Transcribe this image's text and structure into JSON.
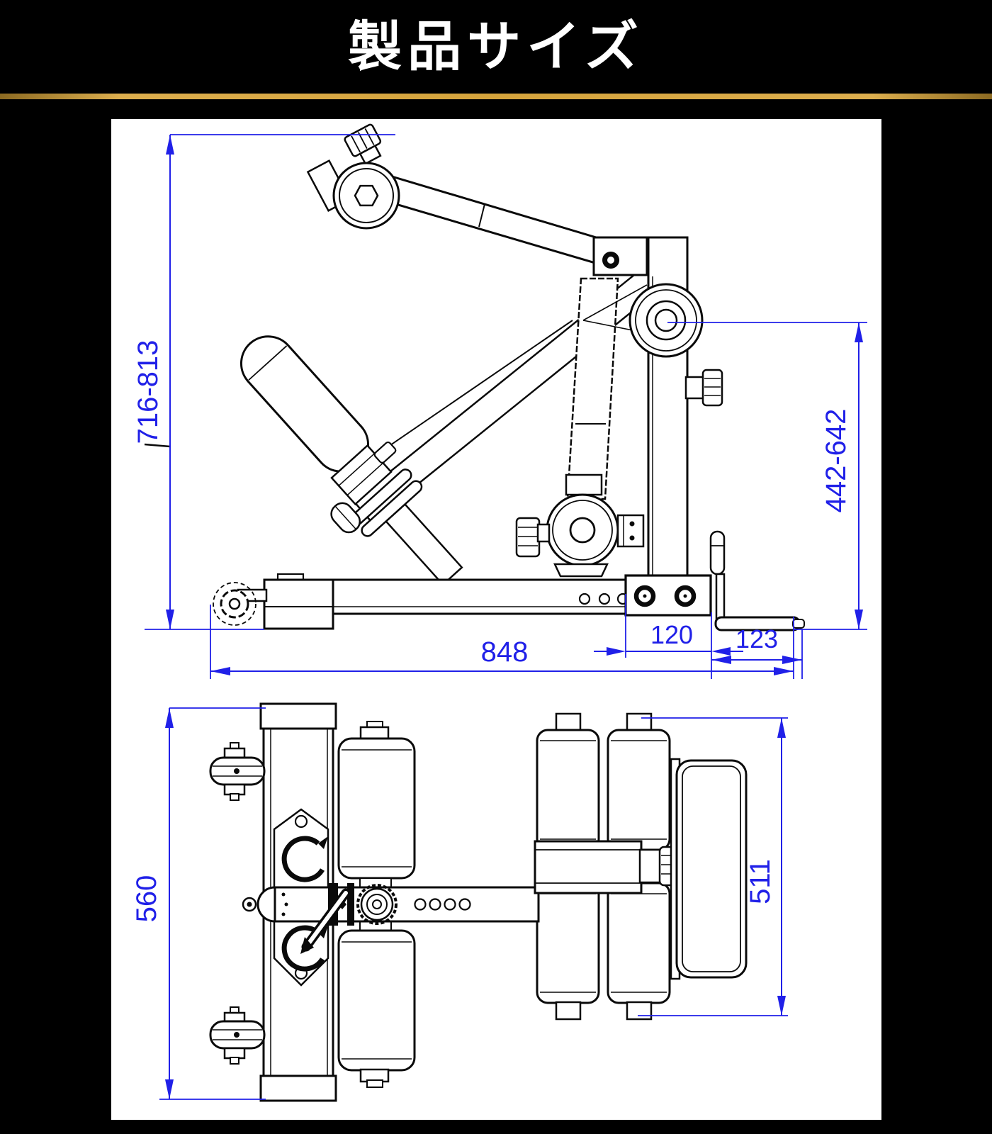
{
  "title": {
    "text": "製品サイズ"
  },
  "colors": {
    "background": "#000000",
    "gold_line": "#d2a544",
    "panel": "#ffffff",
    "dimension_blue": "#2020e8",
    "drawing_black": "#0a0a0a"
  },
  "side_view": {
    "description": "side elevation of machine",
    "dims": {
      "overall_height_range": "716-813",
      "pad_height_range": "442-642",
      "base_length": "848",
      "slider_length": "120",
      "footplate_length": "123"
    }
  },
  "plan_view": {
    "description": "top view of machine",
    "dims": {
      "base_width": "560",
      "carriage_width": "511"
    }
  }
}
